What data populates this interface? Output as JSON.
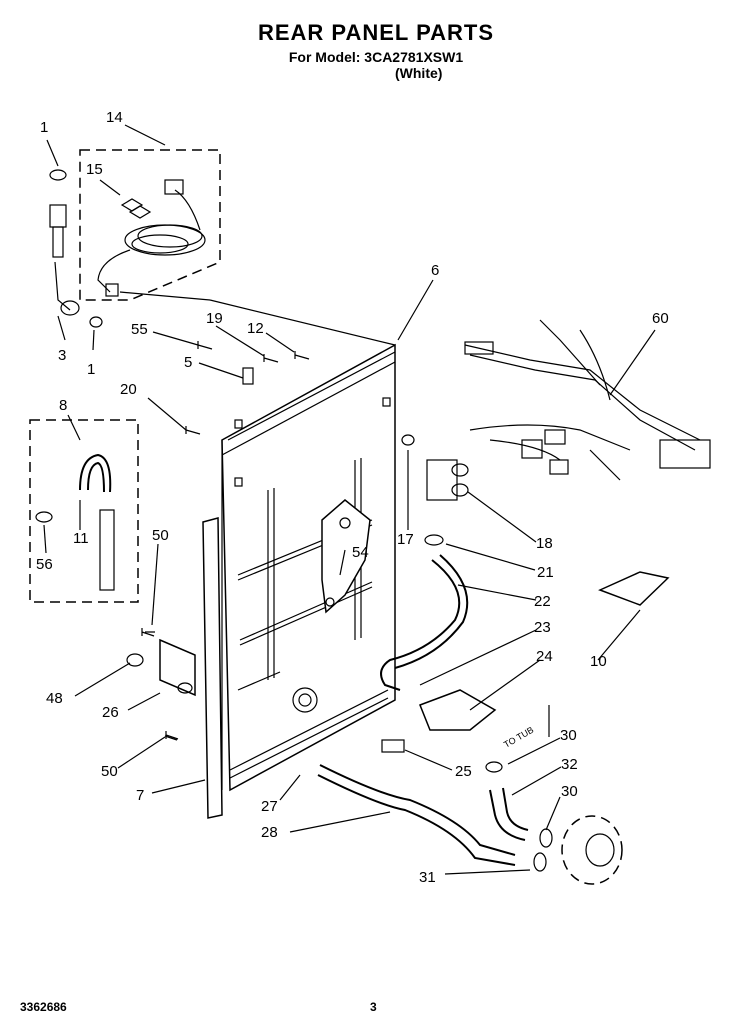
{
  "header": {
    "title": "REAR PANEL PARTS",
    "model_line": "For Model: 3CA2781XSW1",
    "color_line": "(White)"
  },
  "footer": {
    "doc_number": "3362686",
    "page_number": "3"
  },
  "callouts": [
    "1",
    "14",
    "15",
    "1",
    "3",
    "55",
    "19",
    "12",
    "6",
    "60",
    "5",
    "20",
    "8",
    "11",
    "56",
    "17",
    "18",
    "21",
    "22",
    "50",
    "54",
    "23",
    "24",
    "10",
    "48",
    "26",
    "25",
    "30",
    "50",
    "32",
    "7",
    "27",
    "30",
    "28",
    "31"
  ],
  "to_tub_label": "TO TUB"
}
